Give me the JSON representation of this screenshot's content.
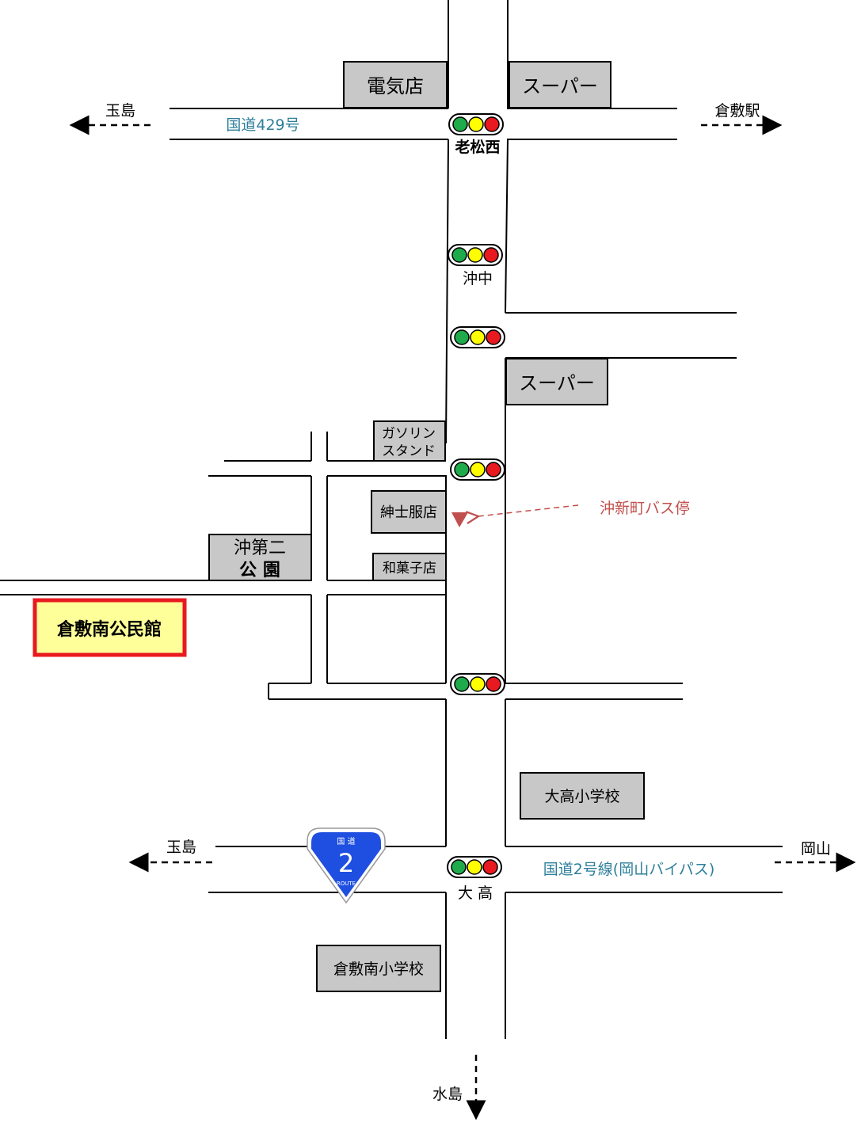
{
  "map": {
    "highlight": {
      "label": "倉敷南公民館",
      "fill": "#ffff99",
      "border": "#e8191f"
    },
    "buildings": {
      "denkiten": "電気店",
      "super_top": "スーパー",
      "super_mid": "スーパー",
      "gasoline": [
        "ガソリン",
        "スタンド"
      ],
      "shinshi": "紳士服店",
      "wagashi": "和菓子店",
      "park": [
        "沖第二",
        "公 園"
      ],
      "otaka_school": "大高小学校",
      "kurashikiminami_school": "倉敷南小学校"
    },
    "signals": {
      "oimatsu_nishi": "老松西",
      "okinaka": "沖中",
      "otaka": "大 高"
    },
    "roads": {
      "route429": "国道429号",
      "route2": "国道2号線(岡山バイパス)"
    },
    "directions": {
      "tamashima_top": "玉島",
      "kurashiki_eki": "倉敷駅",
      "tamashima_bottom": "玉島",
      "okayama": "岡山",
      "mizushima": "水島"
    },
    "bus_stop": "沖新町バス停",
    "route_shield": {
      "top": "国 道",
      "number": "2",
      "bottom": "ROUTE",
      "color": "#1f4fe0"
    },
    "colors": {
      "building": "#c8c8c8",
      "teal_text": "#2e7f9a",
      "bus_stop": "#c0504d",
      "signal_green": "#1faa4b",
      "signal_yellow": "#ffff00",
      "signal_red": "#e8191f"
    }
  }
}
